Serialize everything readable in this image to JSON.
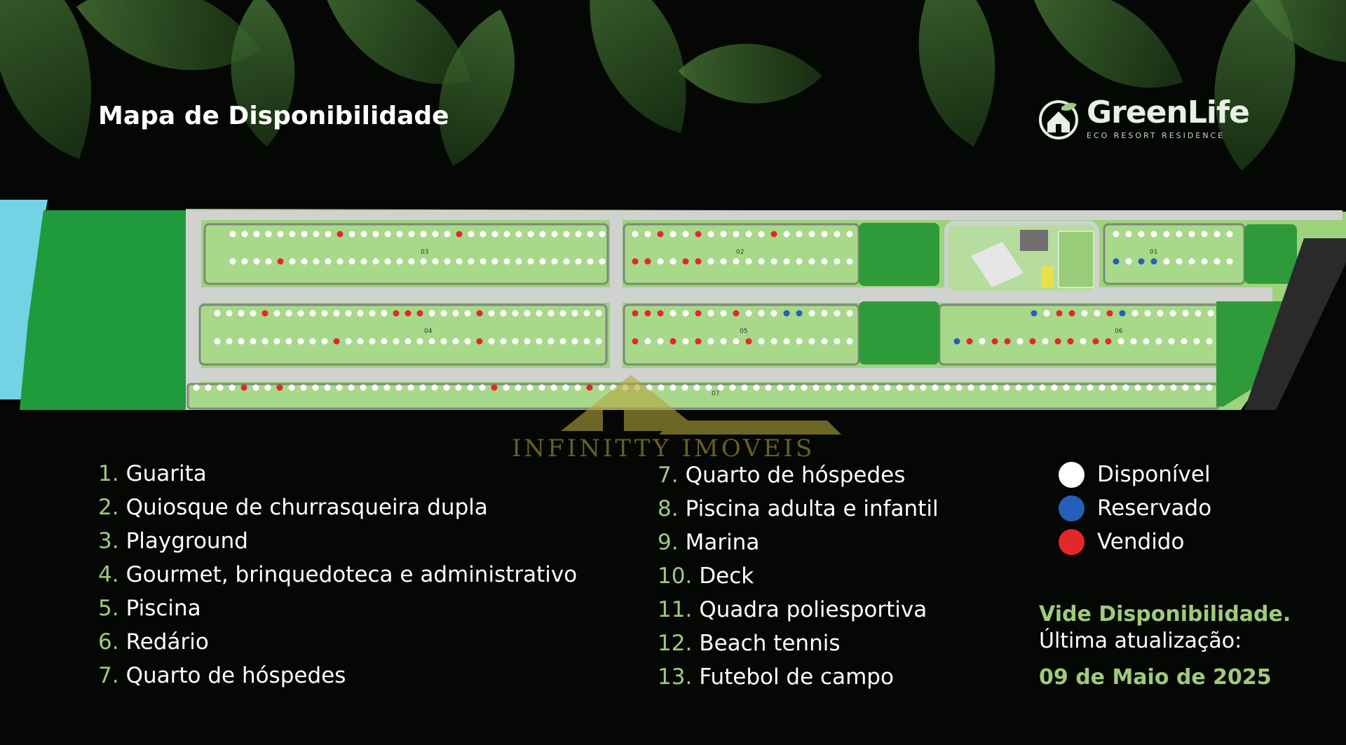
{
  "header": {
    "title": "Mapa de Disponibilidade",
    "logo_name": "GreenLife",
    "logo_tagline": "ECO RESORT RESIDENCE"
  },
  "colors": {
    "available": "#ffffff",
    "reserved": "#2460b8",
    "sold": "#e22828",
    "accent": "#9fcb7a",
    "map_green": "#9ed27c",
    "water": "#73d3e4",
    "road": "#cfd2cf"
  },
  "map": {
    "blocks": [
      "01",
      "02",
      "03",
      "04",
      "05",
      "06",
      "07"
    ]
  },
  "legend_col1": [
    {
      "num": "1.",
      "label": "Guarita"
    },
    {
      "num": "2.",
      "label": "Quiosque de churrasqueira dupla"
    },
    {
      "num": "3.",
      "label": "Playground"
    },
    {
      "num": "4.",
      "label": "Gourmet, brinquedoteca e administrativo"
    },
    {
      "num": "5.",
      "label": "Piscina"
    },
    {
      "num": "6.",
      "label": "Redário"
    },
    {
      "num": "7.",
      "label": "Quarto de hóspedes"
    }
  ],
  "legend_col2": [
    {
      "num": "7.",
      "label": "Quarto de hóspedes"
    },
    {
      "num": "8.",
      "label": "Piscina adulta e infantil"
    },
    {
      "num": "9.",
      "label": "Marina"
    },
    {
      "num": "10.",
      "label": "Deck"
    },
    {
      "num": "11.",
      "label": "Quadra poliesportiva"
    },
    {
      "num": "12.",
      "label": "Beach tennis"
    },
    {
      "num": "13.",
      "label": "Futebol de campo"
    }
  ],
  "status_legend": [
    {
      "label": "Disponível",
      "color": "#ffffff"
    },
    {
      "label": "Reservado",
      "color": "#2460b8"
    },
    {
      "label": "Vendido",
      "color": "#e22828"
    }
  ],
  "update": {
    "line1": "Vide Disponibilidade.",
    "line2": "Última atualização:",
    "date": "09 de Maio de 2025"
  },
  "watermark": "INFINITTY IMOVEIS"
}
